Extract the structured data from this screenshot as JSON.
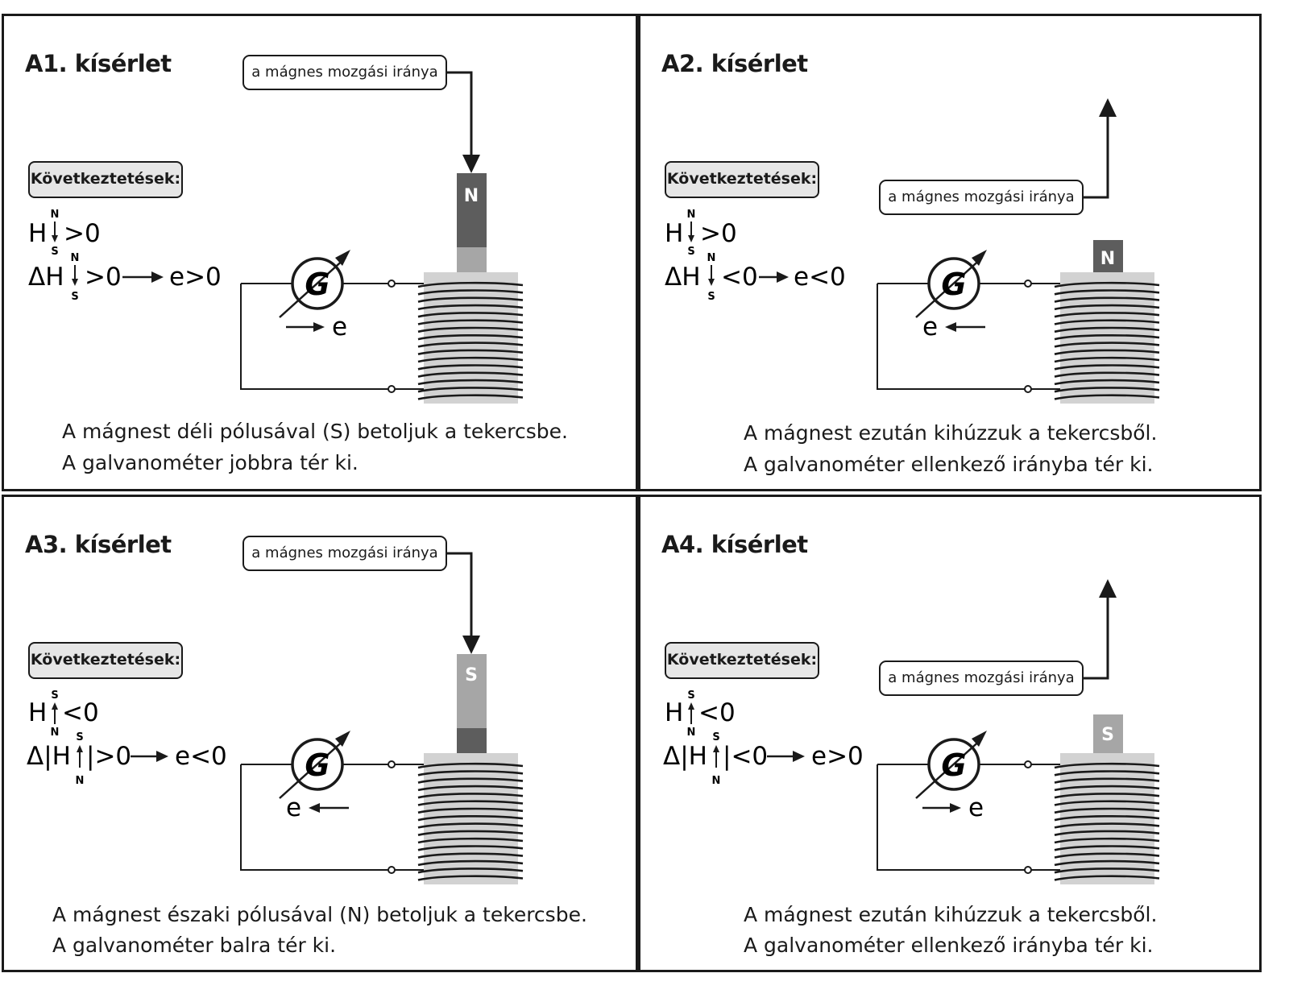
{
  "common": {
    "conclusions_label": "Következtetések:",
    "direction_label": "a mágnes mozgási iránya",
    "galvanometer_letter": "G",
    "electron_symbol": "e"
  },
  "panels": [
    {
      "title": "A1. kísérlet",
      "magnet_pole": "N",
      "formula1": {
        "lead": "H",
        "top": "N",
        "bottom": "S",
        "rel": ">0"
      },
      "formula2": {
        "lead": "ΔH",
        "top": "N",
        "bottom": "S",
        "rel": ">0",
        "result": "e>0"
      },
      "caption1": "A mágnest déli pólusával (S) betoljuk a tekercsbe.",
      "caption2": "A galvanométer jobbra tér ki."
    },
    {
      "title": "A2. kísérlet",
      "magnet_pole": "N",
      "formula1": {
        "lead": "H",
        "top": "N",
        "bottom": "S",
        "rel": ">0"
      },
      "formula2": {
        "lead": "ΔH",
        "top": "N",
        "bottom": "S",
        "rel": "<0",
        "result": "e<0"
      },
      "caption1": "A mágnest ezután kihúzzuk a tekercsből.",
      "caption2": "A galvanométer ellenkező irányba tér ki."
    },
    {
      "title": "A3. kísérlet",
      "magnet_pole": "S",
      "formula1": {
        "lead": "H",
        "top": "S",
        "bottom": "N",
        "rel": "<0"
      },
      "formula2": {
        "lead": "Δ|H",
        "top": "S",
        "bottom": "N",
        "rel": "|>0",
        "result": "e<0"
      },
      "caption1": "A mágnest északi pólusával (N) betoljuk a tekercsbe.",
      "caption2": "A galvanométer balra tér ki."
    },
    {
      "title": "A4. kísérlet",
      "magnet_pole": "S",
      "formula1": {
        "lead": "H",
        "top": "S",
        "bottom": "N",
        "rel": "<0"
      },
      "formula2": {
        "lead": "Δ|H",
        "top": "S",
        "bottom": "N",
        "rel": "|<0",
        "result": "e>0"
      },
      "caption1": "A mágnest ezután kihúzzuk a tekercsből.",
      "caption2": "A galvanométer ellenkező irányba tér ki."
    }
  ]
}
